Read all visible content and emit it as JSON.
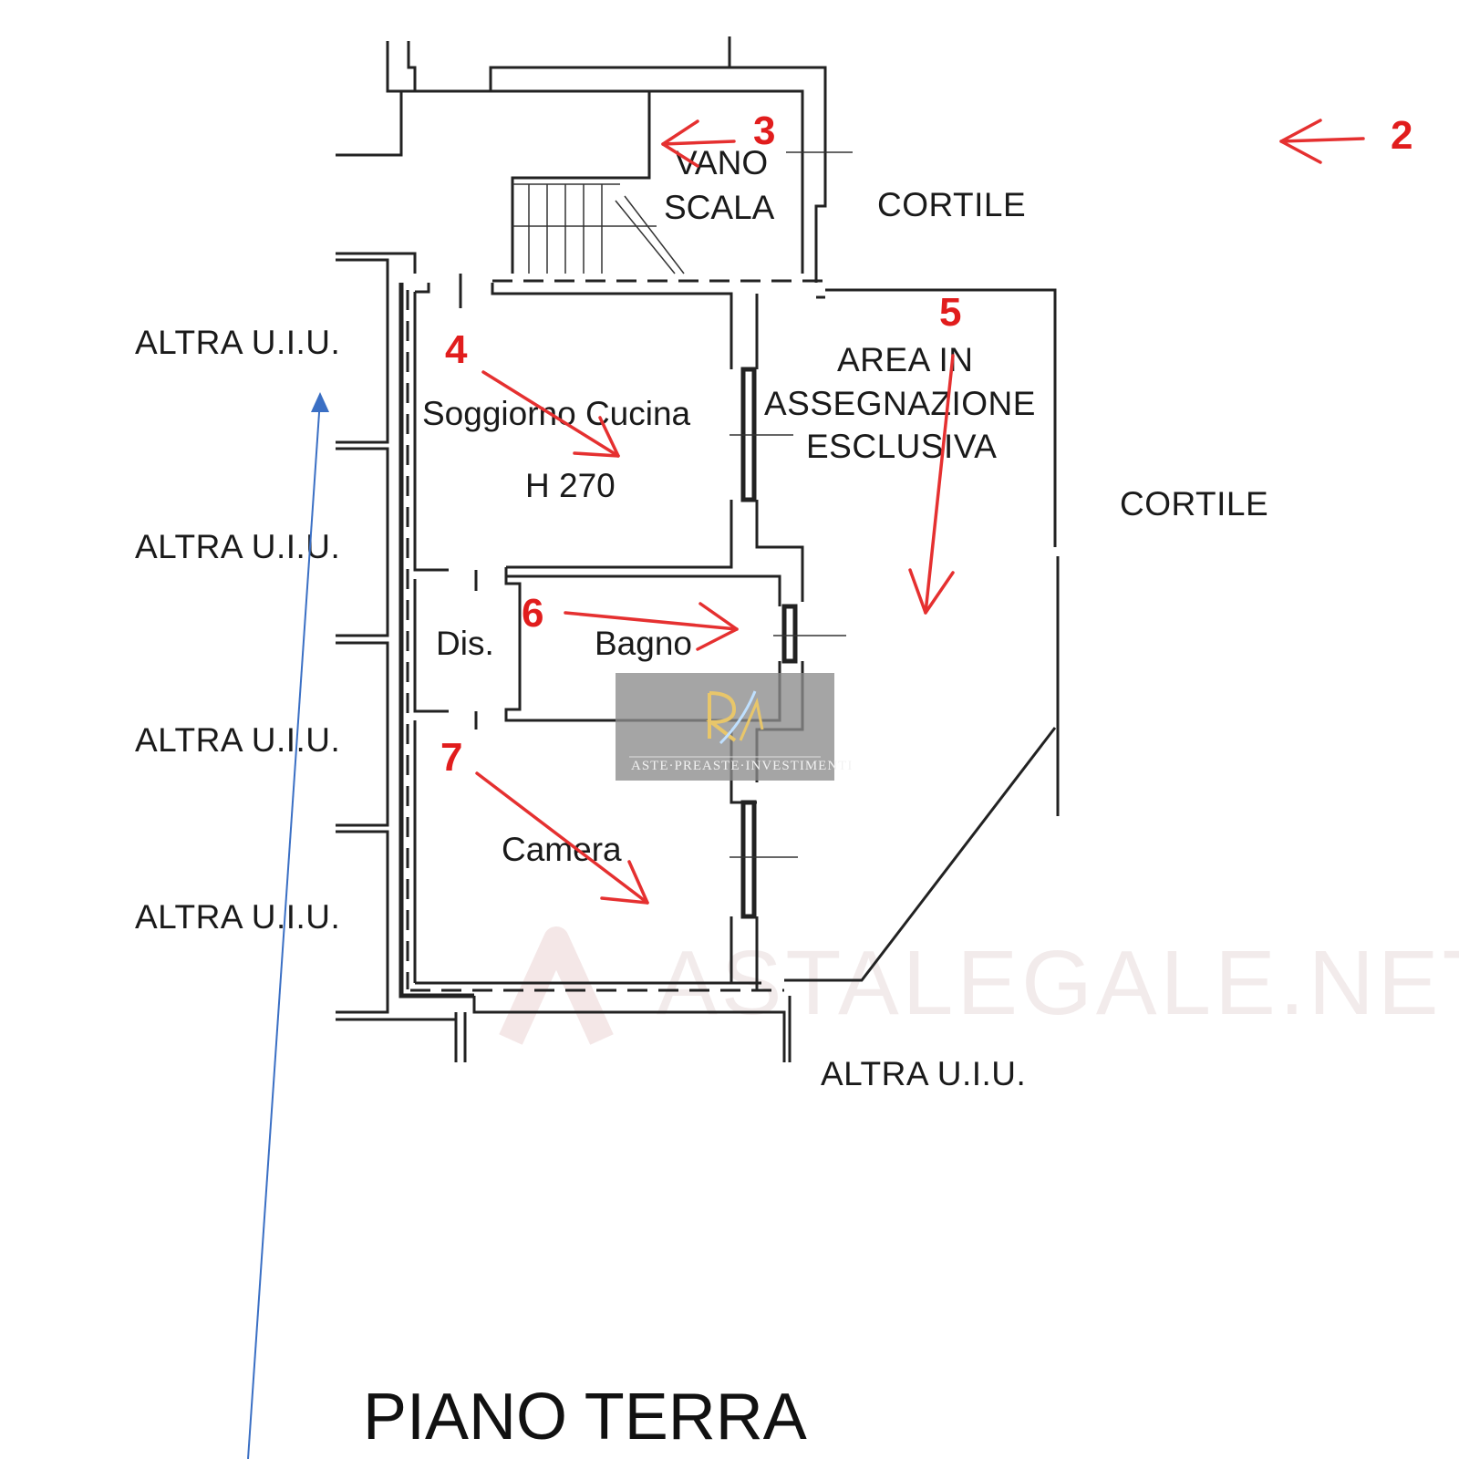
{
  "title": "PIANO TERRA",
  "rooms": {
    "vano_scala_1": "VANO",
    "vano_scala_2": "SCALA",
    "soggiorno": "Soggiorno Cucina",
    "height": "H 270",
    "dis": "Dis.",
    "bagno": "Bagno",
    "camera": "Camera"
  },
  "areas": {
    "cortile_top": "CORTILE",
    "cortile_right": "CORTILE",
    "esclusiva_1": "AREA IN",
    "esclusiva_2": "ASSEGNAZIONE",
    "esclusiva_3": "ESCLUSIVA",
    "altra_1": "ALTRA U.I.U.",
    "altra_2": "ALTRA U.I.U.",
    "altra_3": "ALTRA U.I.U.",
    "altra_4": "ALTRA U.I.U.",
    "altra_bottom": "ALTRA U.I.U."
  },
  "markers": {
    "m2": "2",
    "m3": "3",
    "m4": "4",
    "m5": "5",
    "m6": "6",
    "m7": "7"
  },
  "watermark": {
    "site": "ASTALEGALE.NET",
    "badge_caption": "ASTE·PREASTE·INVESTIMENTI"
  },
  "colors": {
    "marker": "#e11d1d",
    "pointer": "#3a6fc4",
    "walls": "#222222"
  }
}
